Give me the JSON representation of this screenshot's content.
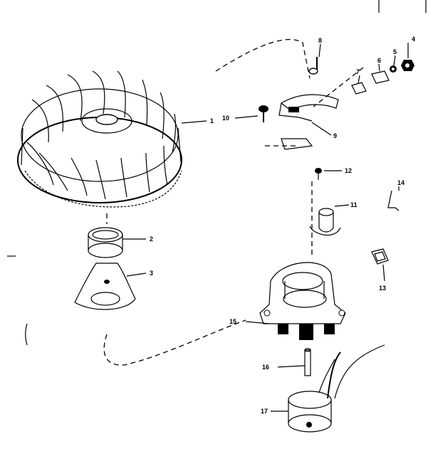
{
  "diagram": {
    "parts": [
      {
        "id": "flywheel",
        "label": "1"
      },
      {
        "id": "bushing",
        "label": "2"
      },
      {
        "id": "mounting-plate",
        "label": "3"
      },
      {
        "id": "nut",
        "label": "4"
      },
      {
        "id": "lock-washer",
        "label": "5"
      },
      {
        "id": "terminal-plate",
        "label": "6"
      },
      {
        "id": "insulator",
        "label": "7"
      },
      {
        "id": "screw-top",
        "label": "8"
      },
      {
        "id": "bracket",
        "label": "9"
      },
      {
        "id": "screw-left",
        "label": "10"
      },
      {
        "id": "condenser",
        "label": "11"
      },
      {
        "id": "screw-small",
        "label": "12"
      },
      {
        "id": "clip",
        "label": "13"
      },
      {
        "id": "spring-clip",
        "label": "14"
      },
      {
        "id": "stator-housing",
        "label": "15"
      },
      {
        "id": "pin",
        "label": "16"
      },
      {
        "id": "coil",
        "label": "17"
      }
    ]
  }
}
